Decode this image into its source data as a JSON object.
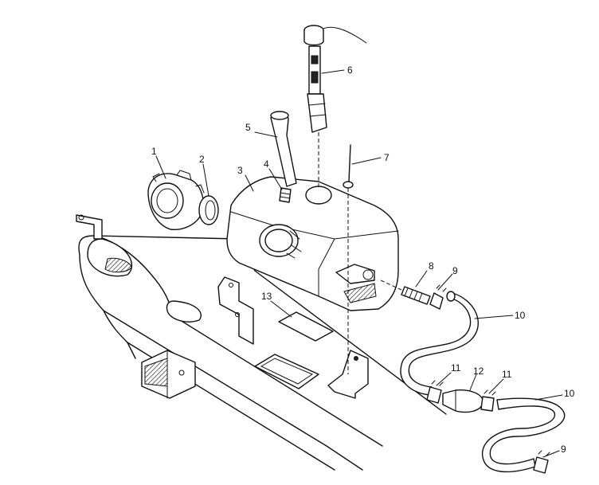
{
  "callouts": [
    {
      "id": "c1",
      "text": "1"
    },
    {
      "id": "c2",
      "text": "2"
    },
    {
      "id": "c3",
      "text": "3"
    },
    {
      "id": "c4",
      "text": "4"
    },
    {
      "id": "c5",
      "text": "5"
    },
    {
      "id": "c6",
      "text": "6"
    },
    {
      "id": "c7",
      "text": "7"
    },
    {
      "id": "c8",
      "text": "8"
    },
    {
      "id": "c9a",
      "text": "9"
    },
    {
      "id": "c10a",
      "text": "10"
    },
    {
      "id": "c11a",
      "text": "11"
    },
    {
      "id": "c12",
      "text": "12"
    },
    {
      "id": "c11b",
      "text": "11"
    },
    {
      "id": "c10b",
      "text": "10"
    },
    {
      "id": "c9b",
      "text": "9"
    },
    {
      "id": "c13",
      "text": "13"
    }
  ]
}
